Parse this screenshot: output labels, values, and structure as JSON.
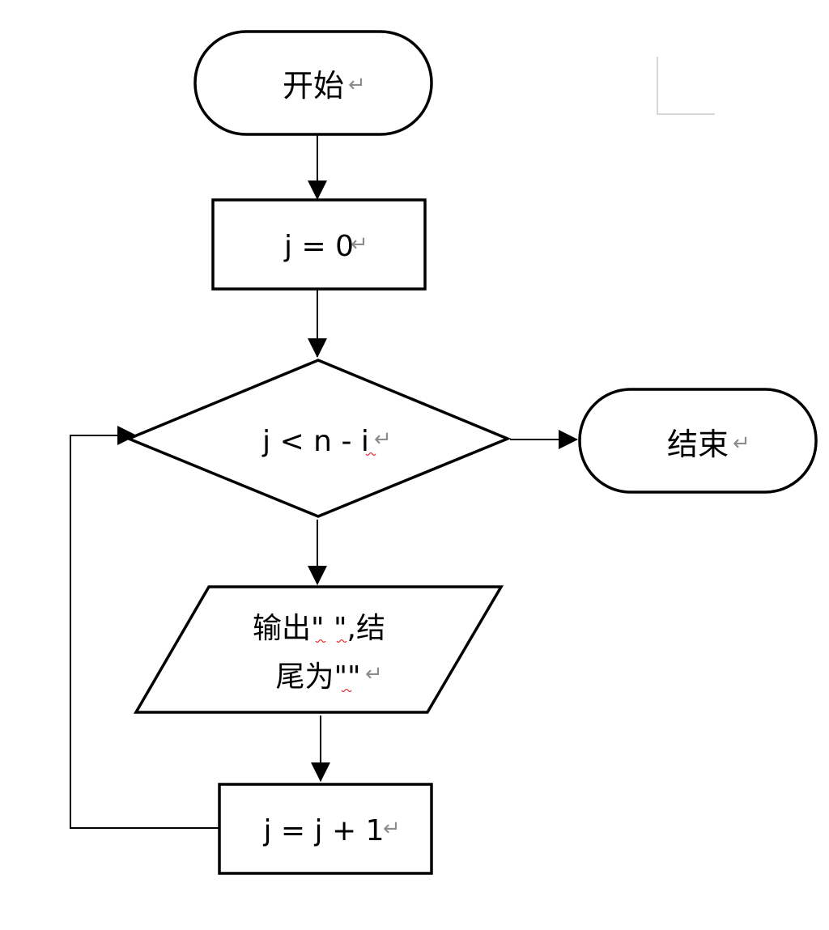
{
  "nodes": {
    "start": {
      "label": "开始"
    },
    "init": {
      "label": "j = 0"
    },
    "condition": {
      "label": "j < n - i"
    },
    "end": {
      "label": "结束"
    },
    "output": {
      "line1": "输出\" \",结",
      "line2": "尾为\"\""
    },
    "increment": {
      "label": "j = j + 1"
    }
  },
  "paragraph_mark": "↵"
}
